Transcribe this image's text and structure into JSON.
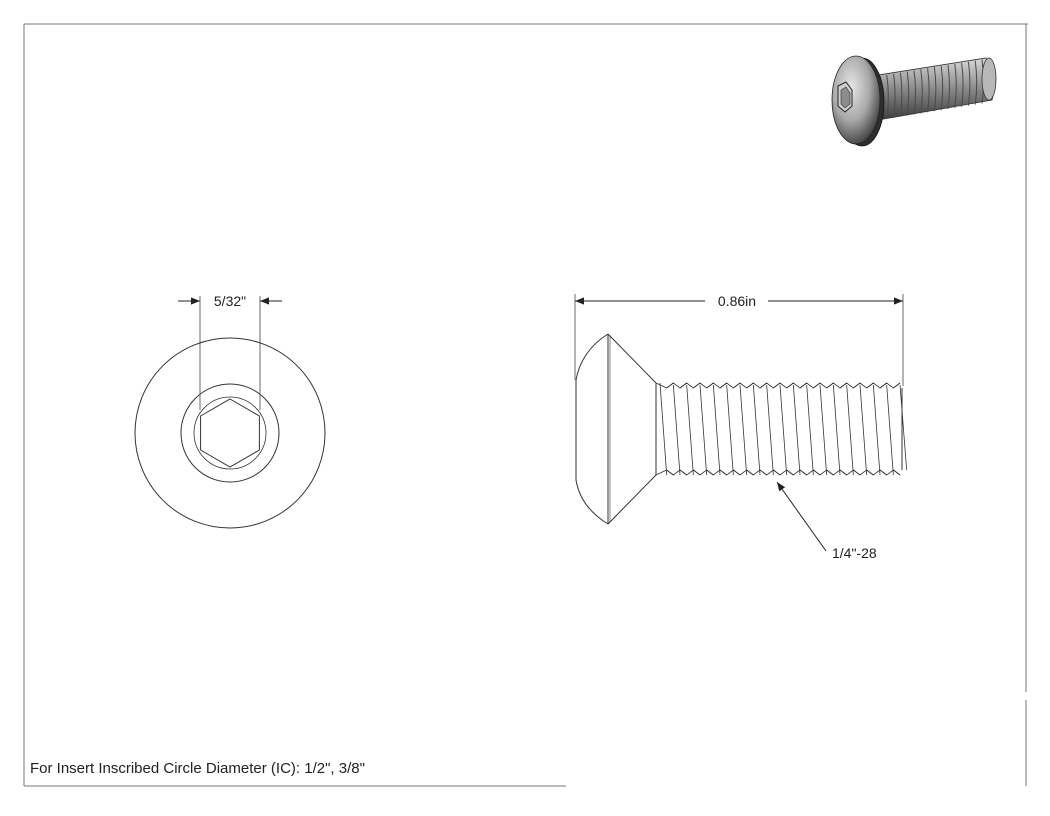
{
  "drawing": {
    "top_view": {
      "hex_dimension": "5/32\""
    },
    "side_view": {
      "length_dimension": "0.86in",
      "thread_callout": "1/4\"-28"
    },
    "note": "For Insert Inscribed Circle Diameter (IC): 1/2\", 3/8\"",
    "thread_pitch_count": 18
  }
}
